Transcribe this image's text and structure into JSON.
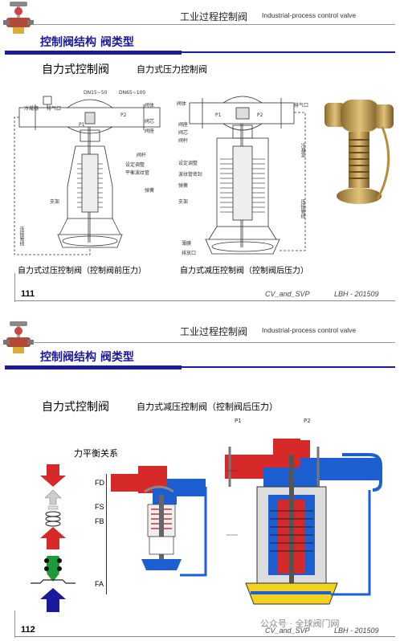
{
  "slide1": {
    "header_cn": "工业过程控制阀",
    "header_en": "Industrial-process control valve",
    "section_title": "控制阀结构  阀类型",
    "heading": "自力式控制阀",
    "subheading": "自力式压力控制阀",
    "caption_left": "自力式过压控制阀（控制阀前压力）",
    "caption_right": "自力式减压控制阀（控制阀后压力）",
    "page_number": "111",
    "footer_center": "CV_and_SVP",
    "footer_right": "LBH - 201509",
    "left_diagram_labels": {
      "dn1": "DN15~50",
      "dn2": "DN65~100",
      "condenser": "冷凝器",
      "vent": "排气口",
      "p1": "P1",
      "p2": "P2",
      "body": "阀体",
      "core": "阀芯",
      "seat": "阀座",
      "stem": "阀杆",
      "setpoint": "设定调整",
      "balance": "平衡波纹管",
      "spring": "弹簧",
      "bracket": "支架",
      "pipe": "连接管线"
    },
    "right_diagram_labels": {
      "body": "阀体",
      "vent": "排气口",
      "p1": "P1",
      "p2": "P2",
      "seat": "阀座",
      "core": "阀芯",
      "stem": "阀杆",
      "setpoint": "设定调整",
      "bellows": "波纹管密封",
      "spring": "弹簧",
      "bracket": "支架",
      "diaphragm": "薄膜",
      "drain": "排放口",
      "condenser": "冷凝室",
      "pipe": "连接管线"
    }
  },
  "slide2": {
    "header_cn": "工业过程控制阀",
    "header_en": "Industrial-process control valve",
    "section_title": "控制阀结构  阀类型",
    "heading": "自力式控制阀",
    "subheading": "自力式减压控制阀（控制阀后压力）",
    "force_title": "力平衡关系",
    "forces": [
      "FD",
      "FS",
      "FB",
      "FA"
    ],
    "p1": "P1",
    "p2": "P2",
    "page_number": "112",
    "footer_center": "CV_and_SVP",
    "footer_right": "LBH - 201509",
    "watermark": "公众号 · 全球阀门网"
  },
  "colors": {
    "navy": "#1a1a9a",
    "red": "#d62a2a",
    "blue": "#1d5fd0",
    "green": "#1f9a3a",
    "yellow": "#f2d21e"
  }
}
